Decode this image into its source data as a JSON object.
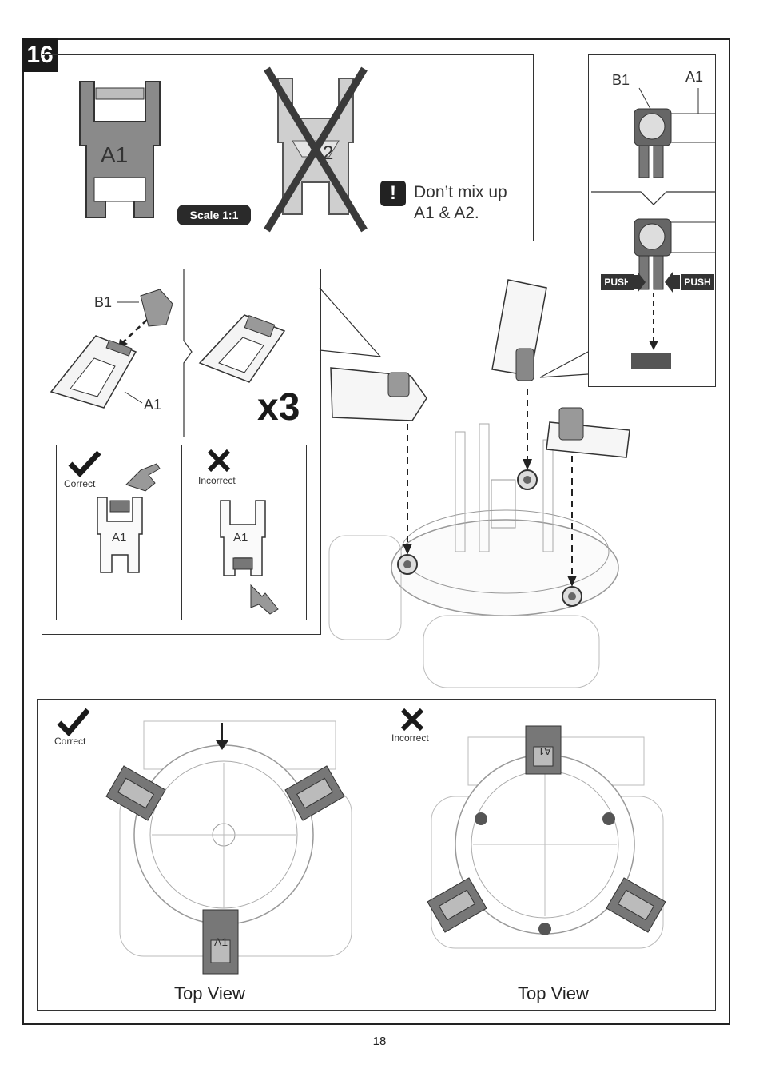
{
  "step": {
    "number": "16"
  },
  "parts_panel": {
    "part_a1_label": "A1",
    "part_a2_label": "A2",
    "scale_label": "Scale 1:1",
    "warning_icon": "!",
    "warning_line1": "Don’t mix up",
    "warning_line2": "A1 & A2."
  },
  "assembly_panel": {
    "b1_label": "B1",
    "a1_label": "A1",
    "multiplier": "x3",
    "correct_label": "Correct",
    "incorrect_label": "Incorrect",
    "a1_small_correct": "A1",
    "a1_small_incorrect": "A1"
  },
  "inset_panel": {
    "b1_label": "B1",
    "a1_label": "A1",
    "push_left": "PUSH",
    "push_right": "PUSH"
  },
  "bottom_panel": {
    "correct_label": "Correct",
    "incorrect_label": "Incorrect",
    "top_view_left": "Top View",
    "top_view_right": "Top View",
    "a1_left": "A1",
    "a1_right": "A1"
  },
  "footer": {
    "page_number": "18"
  },
  "icons": [
    "check-icon",
    "cross-icon",
    "pointing-hand-icon",
    "warning-icon",
    "arrow-down-icon"
  ],
  "colors": {
    "part_dark": "#6b6b6b",
    "part_light": "#cfcfcf",
    "badge": "#1a1a1a",
    "line": "#333333"
  }
}
